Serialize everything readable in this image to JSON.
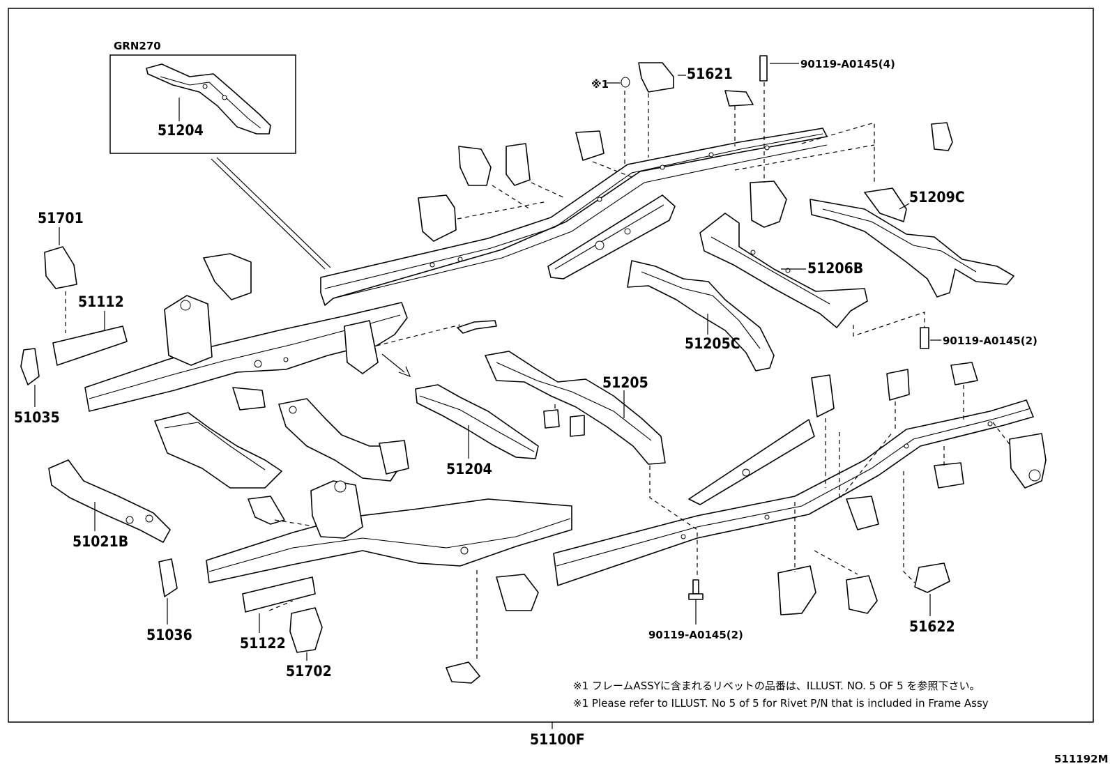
{
  "variant_label": "GRN270",
  "main_part_number": "51100F",
  "illustration_id": "511192M",
  "marker_1": "※1",
  "notes": {
    "jp": "※1 フレームASSYに含まれるリベットの品番は、ILLUST. NO. 5 OF 5 を参照下さい。",
    "en": "※1 Please refer to ILLUST. No 5 of 5 for Rivet P/N that is included in Frame Assy"
  },
  "callouts": {
    "p51204_inset": "51204",
    "p51701": "51701",
    "p51112": "51112",
    "p51035": "51035",
    "p51621": "51621",
    "bolt_top": "90119-A0145(4)",
    "p51209C": "51209C",
    "p51206B": "51206B",
    "p51205C": "51205C",
    "bolt_right": "90119-A0145(2)",
    "p51205": "51205",
    "p51204": "51204",
    "p51021B": "51021B",
    "p51036": "51036",
    "p51122": "51122",
    "p51702": "51702",
    "bolt_bottom": "90119-A0145(2)",
    "p51622": "51622"
  }
}
